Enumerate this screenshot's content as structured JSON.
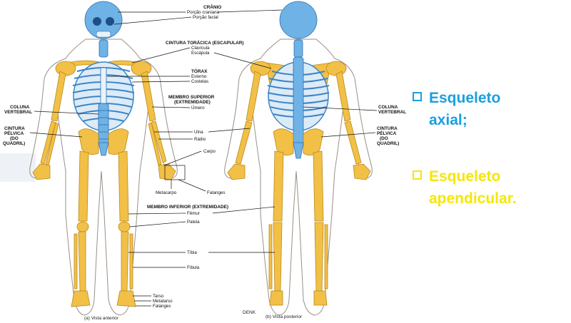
{
  "colors": {
    "axial": "#1a9fe0",
    "apendicular": "#f5e60b",
    "bone": "#f2c046",
    "axial_bone": "#6fb2e6"
  },
  "labels": {
    "cranio": "CRÂNIO",
    "porcao_craniana": "Porção craniana",
    "porcao_facial": "Porção facial",
    "cintura_toracica": "CINTURA TORÁCICA (ESCAPULAR)",
    "clavicula": "Clavícula",
    "escapula": "Escápula",
    "torax": "TÓRAX",
    "esterno": "Esterno",
    "costelas": "Costelas",
    "membro_superior": "MEMBRO SUPERIOR",
    "extremidade": "(EXTREMIDADE)",
    "umero": "Úmero",
    "coluna_l1": "COLUNA",
    "coluna_l2": "VERTEBRAL",
    "cintura_l1": "CINTURA",
    "cintura_l2": "PÉLVICA",
    "cintura_l3": "(DO",
    "cintura_l4": "QUADRIL)",
    "ulna": "Ulna",
    "radio": "Rádio",
    "carpo": "Carpo",
    "metacarpo": "Metacarpo",
    "falanges": "Falanges",
    "membro_inferior": "MEMBRO INFERIOR (EXTREMIDADE)",
    "femur": "Fêmur",
    "patela": "Patela",
    "tibia": "Tíbia",
    "fibula": "Fíbula",
    "tarso": "Tarso",
    "metatarso": "Metatarso",
    "falanges_pe": "Falanges",
    "vista_anterior": "(a) Vista anterior",
    "vista_posterior": "(b) Vista posterior",
    "signature": "DENK"
  },
  "bullets": [
    {
      "text": "Esqueleto\naxial;",
      "color": "#1a9fe0"
    },
    {
      "text": "Esqueleto\napendicular.",
      "color": "#f5e60b"
    }
  ]
}
